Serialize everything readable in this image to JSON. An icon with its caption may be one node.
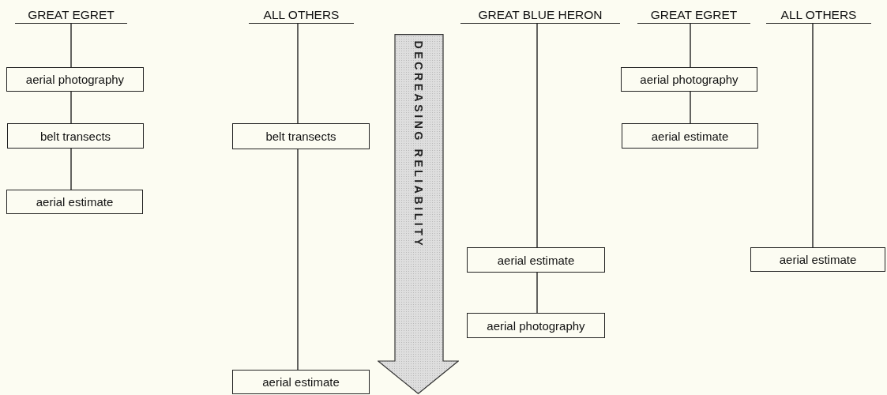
{
  "diagram": {
    "nodes": [
      {
        "text": [
          "GREAT EGRET"
        ]
      },
      {
        "text": [
          "aerial photography"
        ]
      },
      {
        "text": [
          "belt transects"
        ]
      },
      {
        "text": [
          "aerial estimate"
        ]
      },
      {
        "text": [
          "ALL OTHERS"
        ]
      },
      {
        "text": [
          "belt transects"
        ]
      },
      {
        "text": [
          "aerial estimate"
        ]
      },
      {
        "text": [
          "DECREASING RELIABILITY"
        ]
      },
      {
        "text": [
          "GREAT BLUE HERON"
        ]
      },
      {
        "text": [
          "aerial estimate"
        ]
      },
      {
        "text": [
          "aerial photography"
        ]
      },
      {
        "text": [
          "GREAT EGRET"
        ]
      },
      {
        "text": [
          "aerial photography"
        ]
      },
      {
        "text": [
          "aerial estimate"
        ]
      },
      {
        "text": [
          "ALL OTHERS"
        ]
      },
      {
        "text": [
          "aerial estimate"
        ]
      }
    ],
    "edges": [
      {
        "from": 0,
        "to": 1,
        "arrow": "none"
      },
      {
        "from": 1,
        "to": 2,
        "arrow": "none"
      },
      {
        "from": 2,
        "to": 3,
        "arrow": "none"
      },
      {
        "from": 4,
        "to": 5,
        "arrow": "none"
      },
      {
        "from": 5,
        "to": 6,
        "arrow": "none"
      },
      {
        "from": 8,
        "to": 9,
        "arrow": "none"
      },
      {
        "from": 9,
        "to": 10,
        "arrow": "none"
      },
      {
        "from": 11,
        "to": 12,
        "arrow": "none"
      },
      {
        "from": 12,
        "to": 13,
        "arrow": "none"
      },
      {
        "from": 14,
        "to": 15,
        "arrow": "none"
      }
    ]
  }
}
